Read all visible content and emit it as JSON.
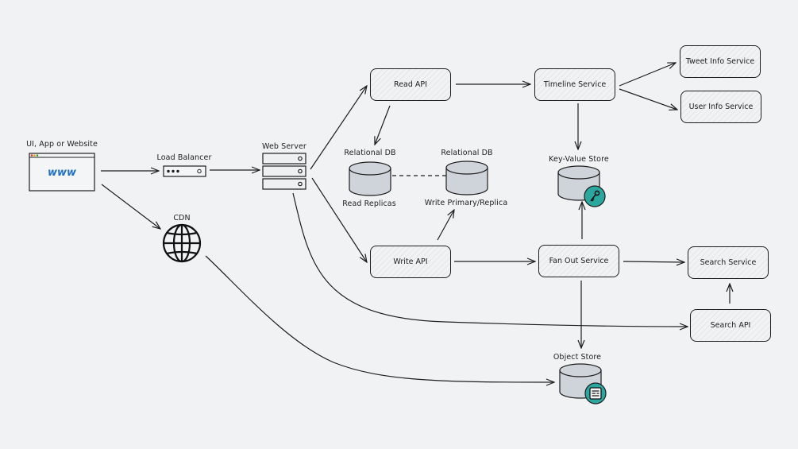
{
  "diagram": {
    "nodes": {
      "client": {
        "label": "UI, App or Website",
        "icon": "browser-window-icon",
        "glyph": "www"
      },
      "load_balancer": {
        "label": "Load Balancer",
        "icon": "load-balancer-icon"
      },
      "web_server": {
        "label": "Web Server",
        "icon": "server-rack-icon"
      },
      "cdn": {
        "label": "CDN",
        "icon": "globe-icon"
      },
      "read_api": {
        "label": "Read API"
      },
      "write_api": {
        "label": "Write API"
      },
      "relational_db_read": {
        "label": "Relational DB",
        "caption": "Read Replicas",
        "icon": "database-icon"
      },
      "relational_db_write": {
        "label": "Relational DB",
        "caption": "Write Primary/Replica",
        "icon": "database-icon"
      },
      "timeline_service": {
        "label": "Timeline Service"
      },
      "tweet_info_service": {
        "label": "Tweet Info Service"
      },
      "user_info_service": {
        "label": "User Info Service"
      },
      "key_value_store": {
        "label": "Key-Value Store",
        "icon": "database-icon",
        "badge": "key-icon"
      },
      "fan_out_service": {
        "label": "Fan Out Service"
      },
      "search_service": {
        "label": "Search Service"
      },
      "search_api": {
        "label": "Search API"
      },
      "object_store": {
        "label": "Object Store",
        "icon": "database-icon",
        "badge": "document-icon"
      }
    },
    "edges": [
      {
        "from": "client",
        "to": "load_balancer"
      },
      {
        "from": "client",
        "to": "cdn"
      },
      {
        "from": "load_balancer",
        "to": "web_server"
      },
      {
        "from": "web_server",
        "to": "read_api"
      },
      {
        "from": "web_server",
        "to": "write_api"
      },
      {
        "from": "web_server",
        "to": "search_api"
      },
      {
        "from": "read_api",
        "to": "relational_db_read"
      },
      {
        "from": "read_api",
        "to": "timeline_service"
      },
      {
        "from": "relational_db_read",
        "to": "relational_db_write",
        "style": "dashed"
      },
      {
        "from": "write_api",
        "to": "relational_db_write"
      },
      {
        "from": "write_api",
        "to": "fan_out_service"
      },
      {
        "from": "timeline_service",
        "to": "tweet_info_service"
      },
      {
        "from": "timeline_service",
        "to": "user_info_service"
      },
      {
        "from": "timeline_service",
        "to": "key_value_store"
      },
      {
        "from": "fan_out_service",
        "to": "key_value_store"
      },
      {
        "from": "fan_out_service",
        "to": "search_service"
      },
      {
        "from": "fan_out_service",
        "to": "object_store"
      },
      {
        "from": "search_api",
        "to": "search_service"
      },
      {
        "from": "cdn",
        "to": "object_store"
      }
    ],
    "colors": {
      "background": "#f1f2f4",
      "stroke": "#1e1e1e",
      "db_fill": "#ced4da",
      "badge_fill": "#2aa8a0",
      "www_text": "#1f6fc5",
      "browser_dots": [
        "#e03131",
        "#f59f00",
        "#2f9e44"
      ]
    }
  }
}
